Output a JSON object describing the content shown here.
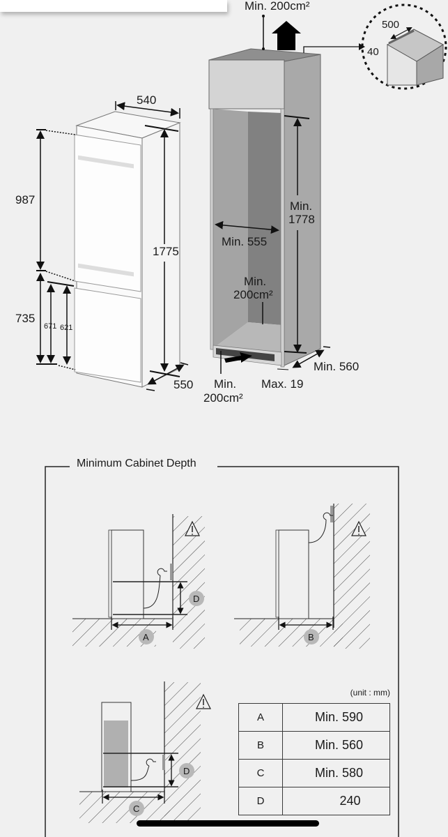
{
  "top_diagram": {
    "fridge": {
      "width": "540",
      "depth": "550",
      "height_total": "1775",
      "height_upper": "987",
      "height_lower": "735",
      "lower_inner_1": "671",
      "lower_inner_2": "621"
    },
    "cabinet": {
      "top_vent": "Min. 200cm²",
      "inner_height_prefix": "Min.",
      "inner_height": "1778",
      "inner_width": "Min. 555",
      "rear_vent_prefix": "Min.",
      "rear_vent": "200cm²",
      "depth": "Min. 560",
      "front_gap": "Max. 19",
      "bottom_vent_prefix": "Min.",
      "bottom_vent": "200cm²"
    },
    "detail_callout": {
      "length": "500",
      "height": "40"
    }
  },
  "cabinet_depth_section": {
    "title": "Minimum Cabinet Depth",
    "unit_note": "(unit : mm)",
    "markers": [
      "A",
      "B",
      "C",
      "D"
    ],
    "table": [
      {
        "key": "A",
        "value": "Min. 590"
      },
      {
        "key": "B",
        "value": "Min. 560"
      },
      {
        "key": "C",
        "value": "Min. 580"
      },
      {
        "key": "D",
        "value": "240"
      }
    ]
  },
  "colors": {
    "background": "#f0f0f0",
    "cabinet_side": "#a8a8a8",
    "cabinet_inner": "#9a9a9a",
    "cabinet_back": "#7e7e7e",
    "marker_circle": "#b8b8b8"
  }
}
